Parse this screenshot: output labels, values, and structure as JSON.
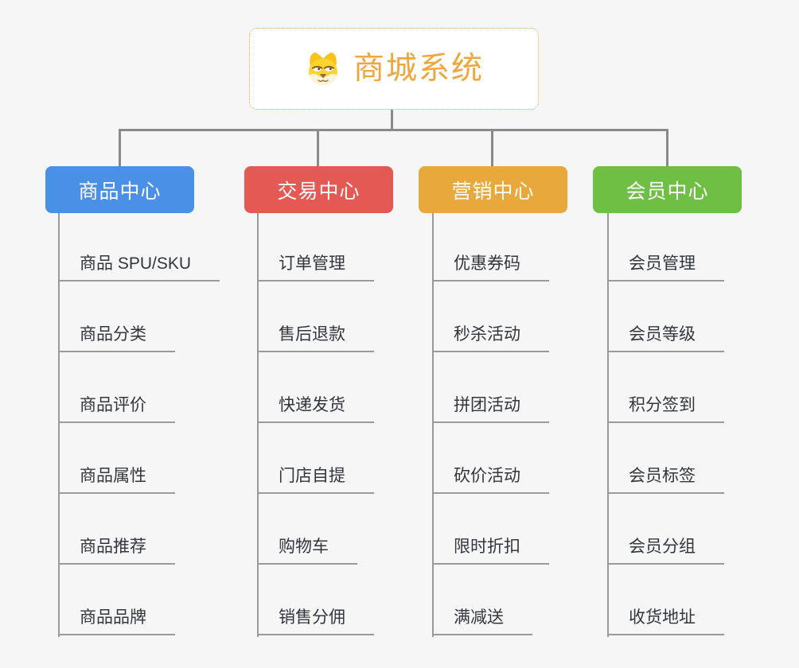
{
  "canvas": {
    "background": "#f6f6f6"
  },
  "root": {
    "title": "商城系统",
    "icon": "dog-face-icon",
    "text_color": "#f0a63c",
    "border_color": "#f0a74f",
    "background": "#ffffff"
  },
  "connector_color": "#8a8a8a",
  "leaf_line_color": "#9a9a9a",
  "leaf_text_color": "#33363c",
  "branches": [
    {
      "label": "商品中心",
      "color": "#4a90e7",
      "items": [
        "商品 SPU/SKU",
        "商品分类",
        "商品评价",
        "商品属性",
        "商品推荐",
        "商品品牌"
      ]
    },
    {
      "label": "交易中心",
      "color": "#e55955",
      "items": [
        "订单管理",
        "售后退款",
        "快递发货",
        "门店自提",
        "购物车",
        "销售分佣"
      ]
    },
    {
      "label": "营销中心",
      "color": "#e9a83c",
      "items": [
        "优惠券码",
        "秒杀活动",
        "拼团活动",
        "砍价活动",
        "限时折扣",
        "满减送"
      ]
    },
    {
      "label": "会员中心",
      "color": "#6fbf45",
      "items": [
        "会员管理",
        "会员等级",
        "积分签到",
        "会员标签",
        "会员分组",
        "收货地址"
      ]
    }
  ]
}
